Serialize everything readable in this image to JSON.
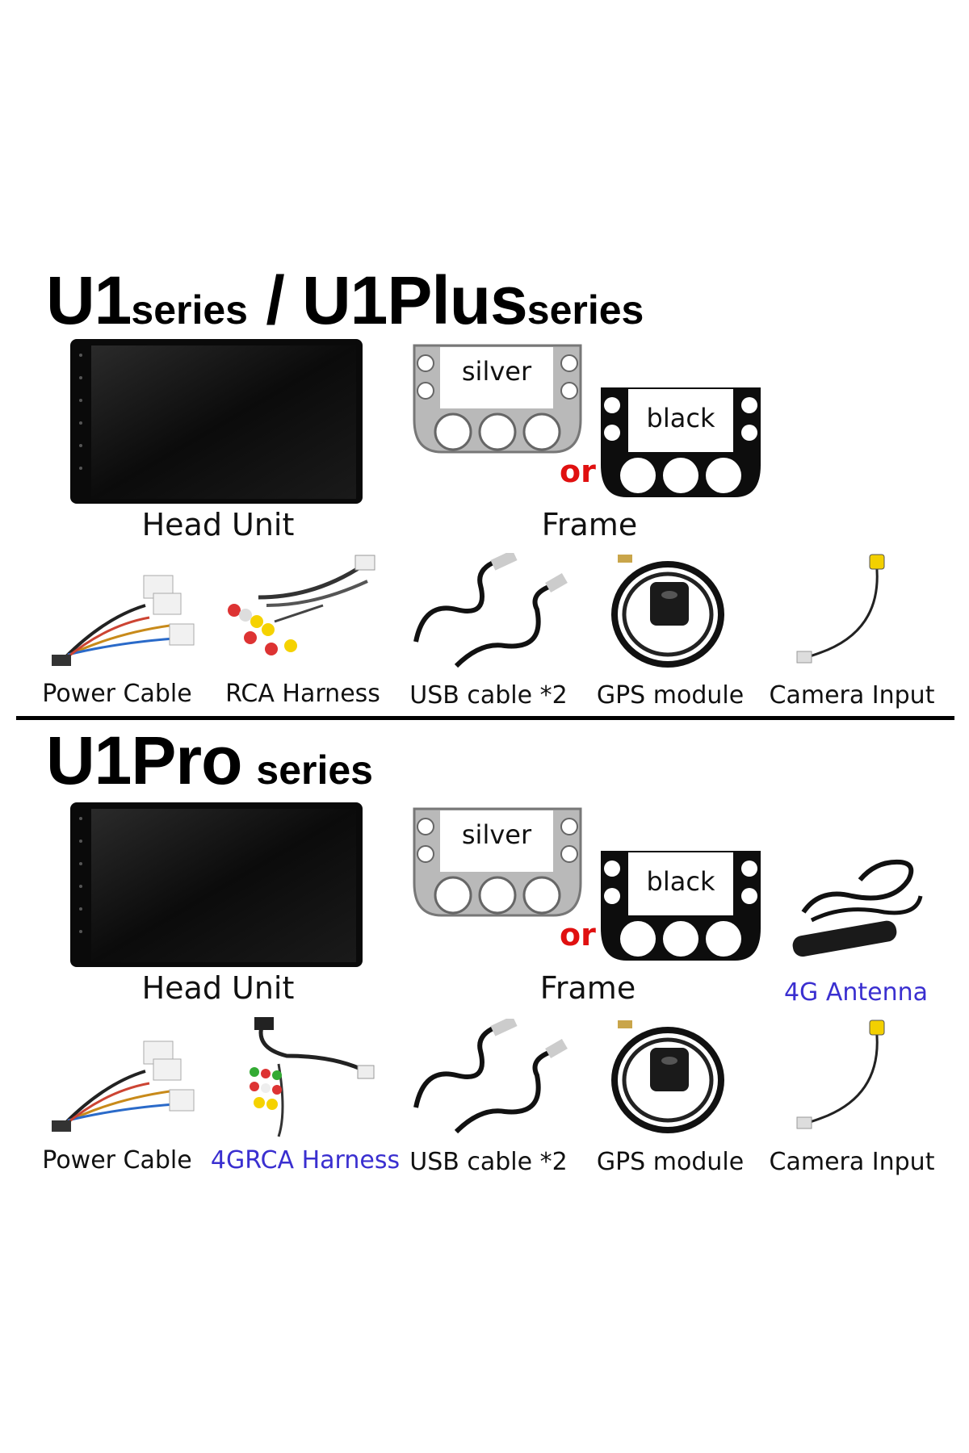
{
  "section1": {
    "title_a": "U1",
    "title_b": "series",
    "title_sep": " / ",
    "title_c": "U1Plus",
    "title_d": "series",
    "head_unit_label": "Head Unit",
    "frame_label": "Frame",
    "frame_silver": "silver",
    "frame_black": "black",
    "or_text": "or",
    "accessories": [
      "Power Cable",
      "RCA Harness",
      "USB cable *2",
      "GPS module",
      "Camera Input"
    ]
  },
  "section2": {
    "title_a": "U1Pro",
    "title_b": "series",
    "head_unit_label": "Head Unit",
    "frame_label": "Frame",
    "frame_silver": "silver",
    "frame_black": "black",
    "or_text": "or",
    "antenna_label": "4G Antenna",
    "accessories": [
      "Power Cable",
      "4GRCA Harness",
      "USB cable *2",
      "GPS module",
      "Camera Input"
    ]
  },
  "colors": {
    "highlight_blue": "#3a2fd0",
    "or_red": "#e01010",
    "divider": "#000000"
  },
  "icons": [
    "head-unit-screen",
    "silver-frame",
    "black-frame",
    "power-cable-icon",
    "rca-harness-icon",
    "usb-cable-icon",
    "gps-module-icon",
    "camera-input-icon",
    "4g-antenna-icon"
  ]
}
